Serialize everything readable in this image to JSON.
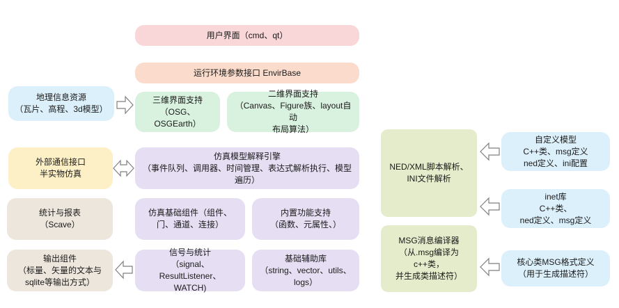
{
  "boxes": {
    "user_interface": [
      "用户界面（cmd、qt）"
    ],
    "env_interface": [
      "运行环境参数接口 EnvirBase"
    ],
    "geo_resources": [
      "地理信息资源",
      "（瓦片、高程、3d模型）"
    ],
    "ui_3d": [
      "三维界面支持",
      "（OSG、OSGEarth）"
    ],
    "ui_2d": [
      "二维界面支持",
      "（Canvas、Figure族、layout自动",
      "布局算法）"
    ],
    "external_comm": [
      "外部通信接口",
      "半实物仿真"
    ],
    "sim_engine": [
      "仿真模型解释引擎",
      "（事件队列、调用器、时间管理、表达式解析执行、模型",
      "遍历）"
    ],
    "stats_report": [
      "统计与报表",
      "（Scave）"
    ],
    "sim_components": [
      "仿真基础组件（组件、",
      "门、通道、连接）"
    ],
    "builtin_functions": [
      "内置功能支持",
      "（函数、元属性、）"
    ],
    "output_components": [
      "输出组件",
      "（标量、矢量的文本与",
      "sqlite等输出方式）"
    ],
    "signal_stats": [
      "信号与统计",
      "（signal、ResultListener、",
      "WATCH)"
    ],
    "base_library": [
      "基础辅助库",
      "（string、vector、utils、",
      "logs）"
    ],
    "ned_parser": [
      "NED/XML脚本解析、",
      "INI文件解析"
    ],
    "msg_compiler": [
      "MSG消息编译器",
      "（从.msg编译为c++类，",
      "并生成类描述符）"
    ],
    "custom_model": [
      "自定义模型",
      "C++类、msg定义",
      "ned定义、ini配置"
    ],
    "inet_library": [
      "inet库",
      "C++类、",
      "ned定义、msg定义"
    ],
    "core_msg": [
      "核心类MSG格式定义",
      "（用于生成描述符）"
    ]
  },
  "colors": {
    "pink": "#f9d6d8",
    "peach": "#fbdccc",
    "green": "#d9f1df",
    "blue": "#dcf0fb",
    "yellow": "#fdf0c6",
    "purple": "#e6def3",
    "beige": "#ece6dc",
    "olive": "#e5eccb",
    "arrow_stroke": "#7f7f7f"
  },
  "arrows": [
    {
      "name": "arrow-geo-to-3d",
      "direction": "right"
    },
    {
      "name": "arrow-external-engine",
      "direction": "both"
    },
    {
      "name": "arrow-signal-to-output",
      "direction": "left"
    },
    {
      "name": "arrow-custom-to-ned",
      "direction": "left"
    },
    {
      "name": "arrow-inet-to-ned",
      "direction": "left"
    },
    {
      "name": "arrow-core-to-msg",
      "direction": "left"
    }
  ]
}
